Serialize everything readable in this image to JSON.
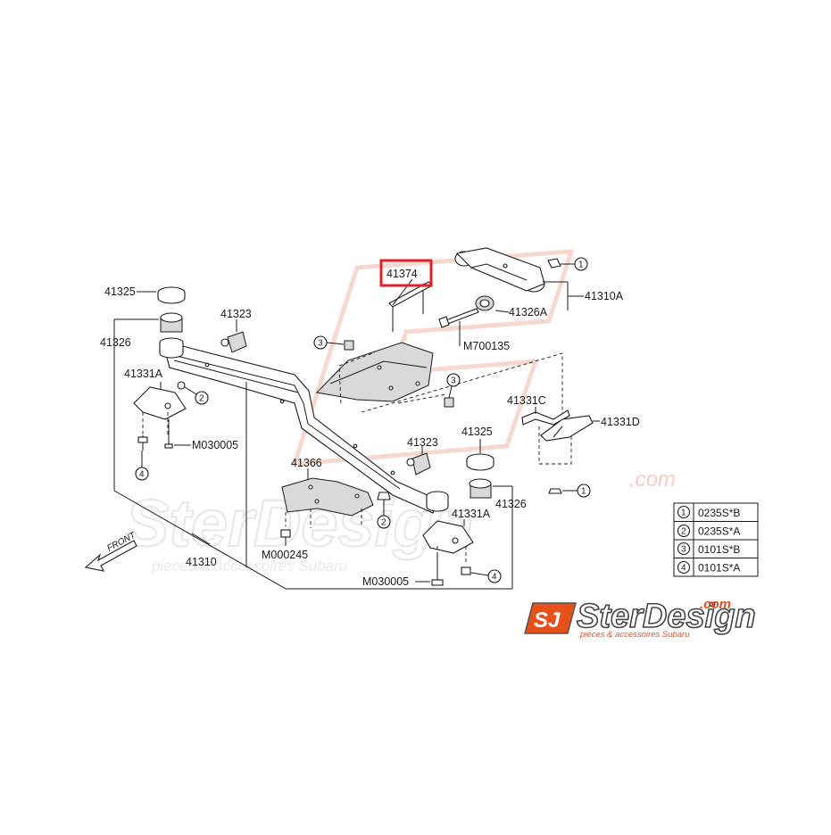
{
  "watermark": {
    "text": "SterDesign",
    "domain": ".com",
    "tagline": "pieces & accessoires Subaru"
  },
  "diagram": {
    "highlighted_part": "41374",
    "highlight_color": "#e0202a",
    "front_label": "FRONT",
    "labels": {
      "p41374": "41374",
      "p41325_left": "41325",
      "p41326_left": "41326",
      "p41323_left": "41323",
      "p41331A_left": "41331A",
      "pM030005_left": "M030005",
      "p41310A": "41310A",
      "p41326A": "41326A",
      "pM700135": "M700135",
      "p41331C": "41331C",
      "p41331D": "41331D",
      "p41323_mid": "41323",
      "p41325_right": "41325",
      "p41326_right": "41326",
      "p41366": "41366",
      "p41331A_right": "41331A",
      "pM000245": "M000245",
      "pM030005_right": "M030005",
      "p41310": "41310"
    },
    "callouts": {
      "c1": "1",
      "c2": "2",
      "c3": "3",
      "c4": "4"
    }
  },
  "legend": {
    "rows": [
      {
        "num": "1",
        "code": "0235S*B"
      },
      {
        "num": "2",
        "code": "0235S*A"
      },
      {
        "num": "3",
        "code": "0101S*B"
      },
      {
        "num": "4",
        "code": "0101S*A"
      }
    ]
  },
  "logo": {
    "name": "SterDesign",
    "domain": ".com",
    "tagline": "pièces & accessoires Subaru",
    "brand_color": "#e8501a"
  }
}
